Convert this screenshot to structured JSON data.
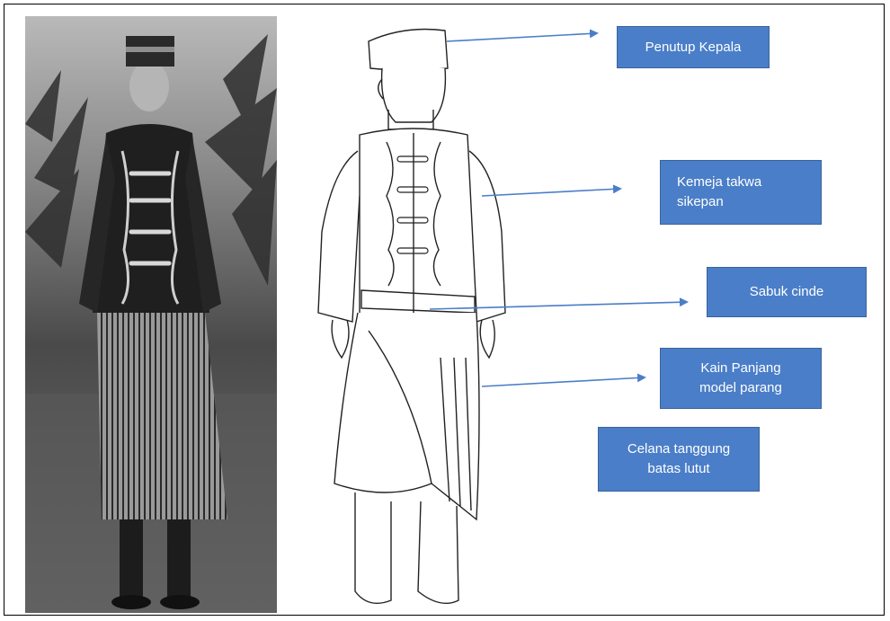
{
  "labels": {
    "penutup_kepala": [
      "Penutup Kepala"
    ],
    "kemeja": [
      "Kemeja takwa",
      "sikepan"
    ],
    "sabuk": [
      "Sabuk cinde"
    ],
    "kain": [
      "Kain Panjang",
      "model parang"
    ],
    "celana": [
      "Celana tanggung",
      "batas lutut"
    ]
  },
  "colors": {
    "label_fill": "#4a7ec8",
    "label_border": "#3a639c",
    "arrow": "#4a7ec8"
  }
}
